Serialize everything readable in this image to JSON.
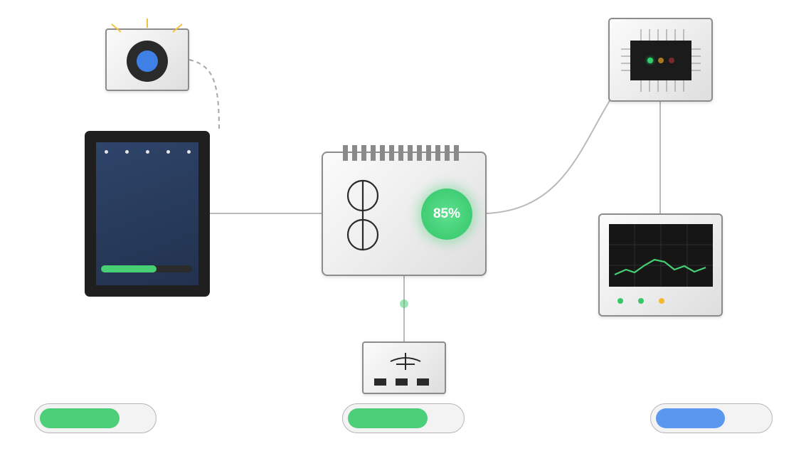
{
  "hub": {
    "status_percent_label": "85%"
  },
  "tablet": {
    "progress_fraction": 0.61
  },
  "camera": {
    "icon": "camera-icon"
  },
  "monitor": {
    "status_lights": [
      "green",
      "green",
      "yellow"
    ]
  },
  "controller": {
    "status_lights": [
      "green",
      "amber",
      "red"
    ]
  },
  "toggles": [
    {
      "name": "left",
      "fill_fraction": 0.72,
      "color": "#4ccf78"
    },
    {
      "name": "center",
      "fill_fraction": 0.72,
      "color": "#4ccf78"
    },
    {
      "name": "right",
      "fill_fraction": 0.62,
      "color": "#5b97ef"
    }
  ],
  "colors": {
    "accent_green": "#3fcd73",
    "accent_blue": "#5b97ef",
    "warning_yellow": "#f5b82e"
  }
}
